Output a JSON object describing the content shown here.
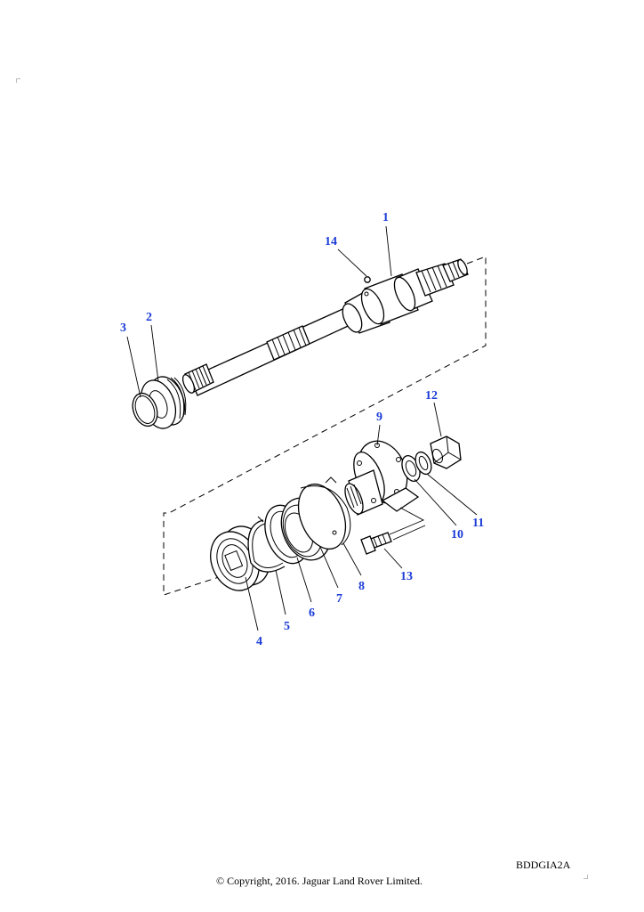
{
  "callouts": [
    "1",
    "2",
    "3",
    "4",
    "5",
    "6",
    "7",
    "8",
    "9",
    "10",
    "11",
    "12",
    "13",
    "14"
  ],
  "reference_code": "BDDGIA2A",
  "copyright": "© Copyright, 2016. Jaguar Land Rover Limited.",
  "colors": {
    "callout": "#1a3bd6",
    "line": "#000000",
    "background": "#ffffff"
  }
}
